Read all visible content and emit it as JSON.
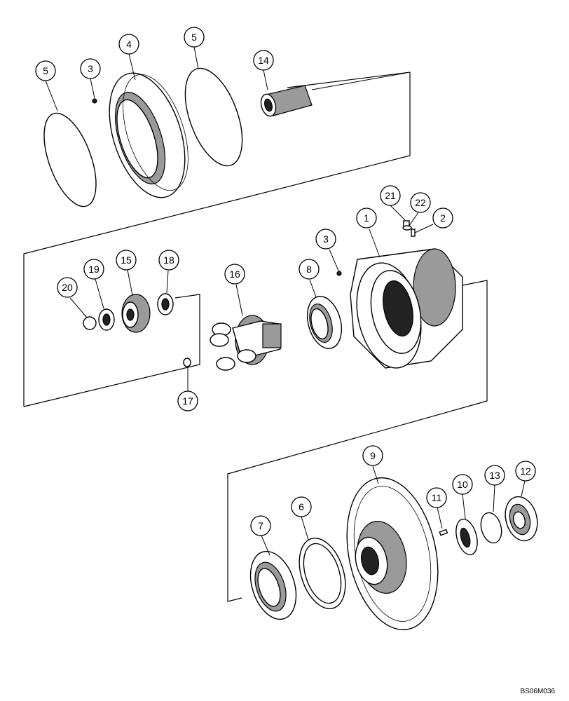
{
  "drawing_code": "BS06M036",
  "callouts": [
    {
      "id": "c5a",
      "label": "5"
    },
    {
      "id": "c3a",
      "label": "3"
    },
    {
      "id": "c4",
      "label": "4"
    },
    {
      "id": "c5b",
      "label": "5"
    },
    {
      "id": "c14",
      "label": "14"
    },
    {
      "id": "c21",
      "label": "21"
    },
    {
      "id": "c22",
      "label": "22"
    },
    {
      "id": "c1",
      "label": "1"
    },
    {
      "id": "c2",
      "label": "2"
    },
    {
      "id": "c3b",
      "label": "3"
    },
    {
      "id": "c15",
      "label": "15"
    },
    {
      "id": "c19",
      "label": "19"
    },
    {
      "id": "c18",
      "label": "18"
    },
    {
      "id": "c20",
      "label": "20"
    },
    {
      "id": "c16",
      "label": "16"
    },
    {
      "id": "c8",
      "label": "8"
    },
    {
      "id": "c17",
      "label": "17"
    },
    {
      "id": "c9",
      "label": "9"
    },
    {
      "id": "c10",
      "label": "10"
    },
    {
      "id": "c13",
      "label": "13"
    },
    {
      "id": "c12",
      "label": "12"
    },
    {
      "id": "c11",
      "label": "11"
    },
    {
      "id": "c6",
      "label": "6"
    },
    {
      "id": "c7",
      "label": "7"
    }
  ]
}
